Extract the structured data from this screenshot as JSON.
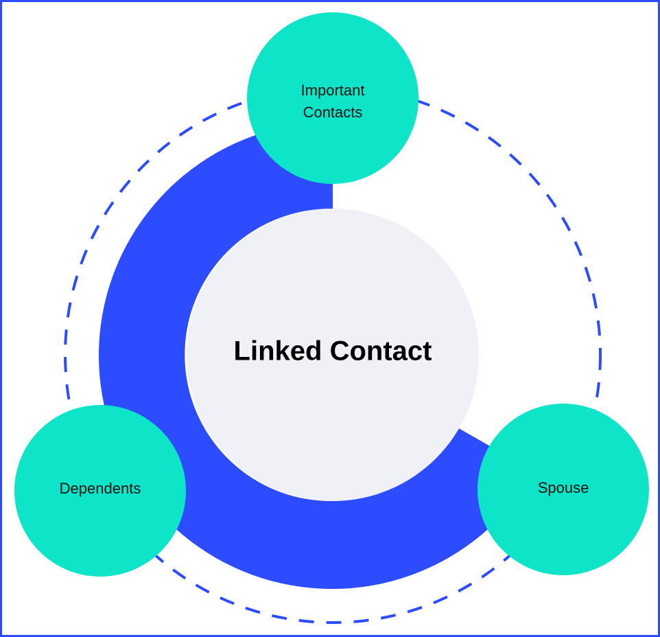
{
  "diagram": {
    "center": {
      "label": "Linked Contact"
    },
    "nodes": [
      {
        "id": "important-contacts",
        "label_lines": [
          "Important",
          "Contacts"
        ]
      },
      {
        "id": "dependents",
        "label_lines": [
          "Dependents"
        ]
      },
      {
        "id": "spouse",
        "label_lines": [
          "Spouse"
        ]
      }
    ],
    "colors": {
      "frame_border": "#2d4cff",
      "ring": "#2d4cff",
      "dashed_orbit": "#2d4cff",
      "center_fill": "#f0f1f6",
      "node_fill": "#0ee4c8",
      "label_text": "#111111"
    }
  }
}
